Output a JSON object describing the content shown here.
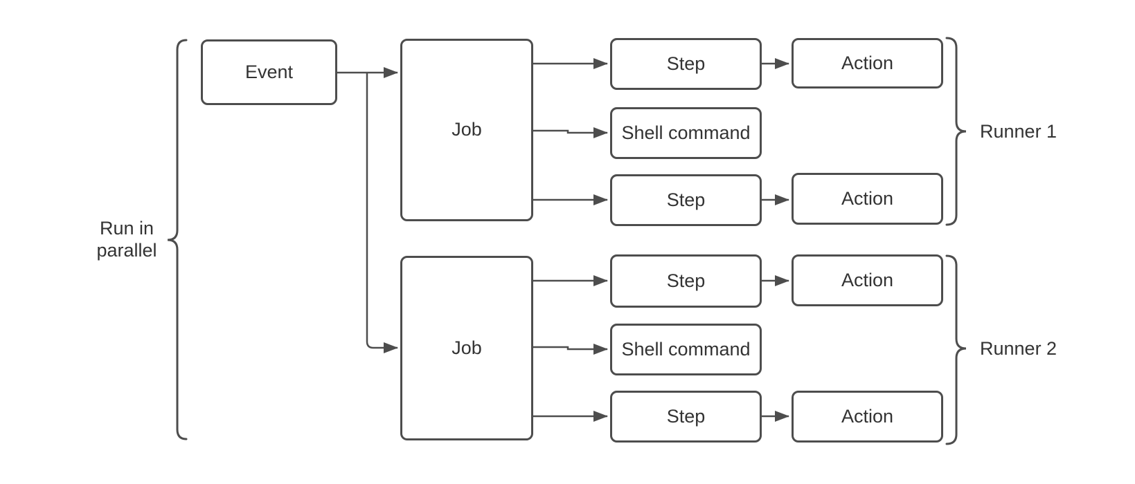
{
  "diagram_type": "flowchart",
  "colors": {
    "stroke": "#4d4d4d",
    "text": "#333333",
    "background": "#ffffff"
  },
  "labels": {
    "parallel_line1": "Run in",
    "parallel_line2": "parallel",
    "runner1": "Runner 1",
    "runner2": "Runner 2"
  },
  "nodes": {
    "event": "Event",
    "job1": "Job",
    "job2": "Job",
    "step1": "Step",
    "shell1": "Shell command",
    "step2": "Step",
    "step3": "Step",
    "shell2": "Shell command",
    "step4": "Step",
    "action1": "Action",
    "action2": "Action",
    "action3": "Action",
    "action4": "Action"
  },
  "edges": [
    {
      "from": "event",
      "to": "job1"
    },
    {
      "from": "event",
      "to": "job2"
    },
    {
      "from": "job1",
      "to": "step1"
    },
    {
      "from": "job1",
      "to": "shell1"
    },
    {
      "from": "job1",
      "to": "step2"
    },
    {
      "from": "step1",
      "to": "action1"
    },
    {
      "from": "step2",
      "to": "action2"
    },
    {
      "from": "job2",
      "to": "step3"
    },
    {
      "from": "job2",
      "to": "shell2"
    },
    {
      "from": "job2",
      "to": "step4"
    },
    {
      "from": "step3",
      "to": "action3"
    },
    {
      "from": "step4",
      "to": "action4"
    }
  ],
  "groups": [
    {
      "label": "Run in parallel",
      "members": [
        "job1",
        "job2"
      ]
    },
    {
      "label": "Runner 1",
      "members": [
        "step1",
        "shell1",
        "step2",
        "action1",
        "action2"
      ]
    },
    {
      "label": "Runner 2",
      "members": [
        "step3",
        "shell2",
        "step4",
        "action3",
        "action4"
      ]
    }
  ]
}
